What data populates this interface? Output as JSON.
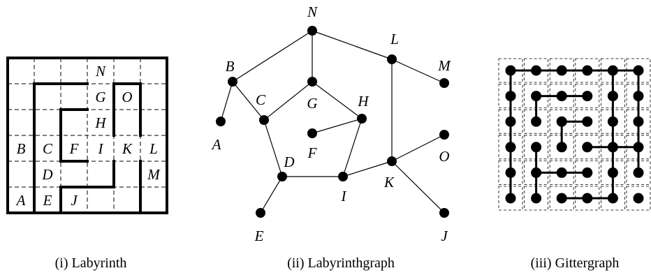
{
  "labyrinth": {
    "caption": "(i) Labyrinth",
    "cell_labels": [
      {
        "id": "N",
        "text": "N"
      },
      {
        "id": "G",
        "text": "G"
      },
      {
        "id": "O",
        "text": "O"
      },
      {
        "id": "H",
        "text": "H"
      },
      {
        "id": "B",
        "text": "B"
      },
      {
        "id": "C",
        "text": "C"
      },
      {
        "id": "F",
        "text": "F"
      },
      {
        "id": "I",
        "text": "I"
      },
      {
        "id": "K",
        "text": "K"
      },
      {
        "id": "L",
        "text": "L"
      },
      {
        "id": "D",
        "text": "D"
      },
      {
        "id": "M",
        "text": "M"
      },
      {
        "id": "A",
        "text": "A"
      },
      {
        "id": "E",
        "text": "E"
      },
      {
        "id": "J",
        "text": "J"
      }
    ]
  },
  "labyrinth_graph": {
    "caption": "(ii) Labyrinthgraph",
    "nodes": [
      {
        "id": "N",
        "label": "N"
      },
      {
        "id": "L",
        "label": "L"
      },
      {
        "id": "M",
        "label": "M"
      },
      {
        "id": "B",
        "label": "B"
      },
      {
        "id": "A",
        "label": "A"
      },
      {
        "id": "C",
        "label": "C"
      },
      {
        "id": "G",
        "label": "G"
      },
      {
        "id": "H",
        "label": "H"
      },
      {
        "id": "F",
        "label": "F"
      },
      {
        "id": "D",
        "label": "D"
      },
      {
        "id": "I",
        "label": "I"
      },
      {
        "id": "K",
        "label": "K"
      },
      {
        "id": "O",
        "label": "O"
      },
      {
        "id": "E",
        "label": "E"
      },
      {
        "id": "J",
        "label": "J"
      }
    ],
    "edges": [
      [
        "N",
        "B"
      ],
      [
        "N",
        "G"
      ],
      [
        "N",
        "L"
      ],
      [
        "L",
        "M"
      ],
      [
        "L",
        "K"
      ],
      [
        "B",
        "A"
      ],
      [
        "B",
        "C"
      ],
      [
        "C",
        "G"
      ],
      [
        "G",
        "H"
      ],
      [
        "H",
        "F"
      ],
      [
        "H",
        "I"
      ],
      [
        "C",
        "D"
      ],
      [
        "D",
        "I"
      ],
      [
        "D",
        "E"
      ],
      [
        "I",
        "K"
      ],
      [
        "K",
        "O"
      ],
      [
        "K",
        "J"
      ]
    ]
  },
  "grid_graph": {
    "caption": "(iii) Gittergraph"
  }
}
